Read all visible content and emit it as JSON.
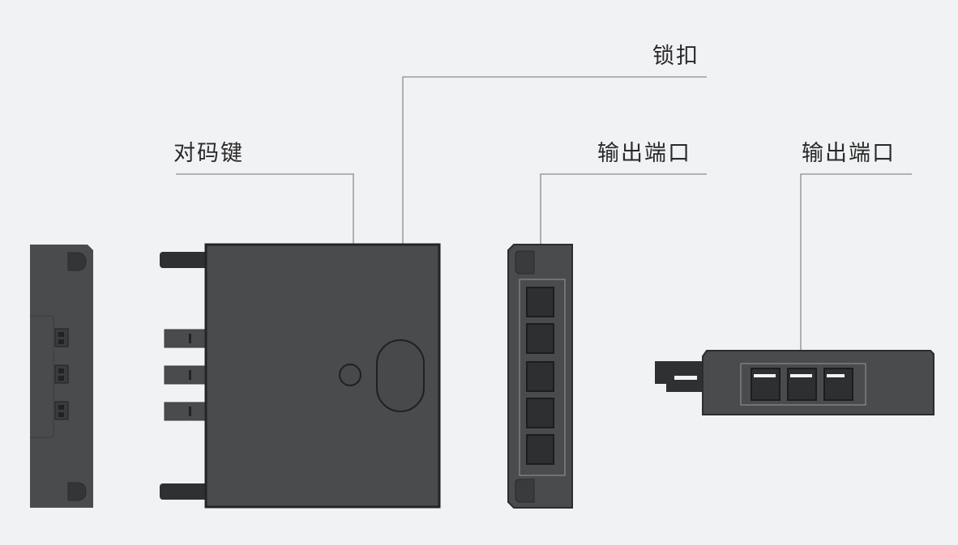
{
  "labels": {
    "lock_clip": "锁扣",
    "pairing_key": "对码键",
    "output_port_1": "输出端口",
    "output_port_2": "输出端口"
  },
  "colors": {
    "background": "#f1f2f4",
    "device_body": "#4a4b4d",
    "device_dark": "#2c2d2f",
    "leader_line": "#8a8b8d"
  }
}
